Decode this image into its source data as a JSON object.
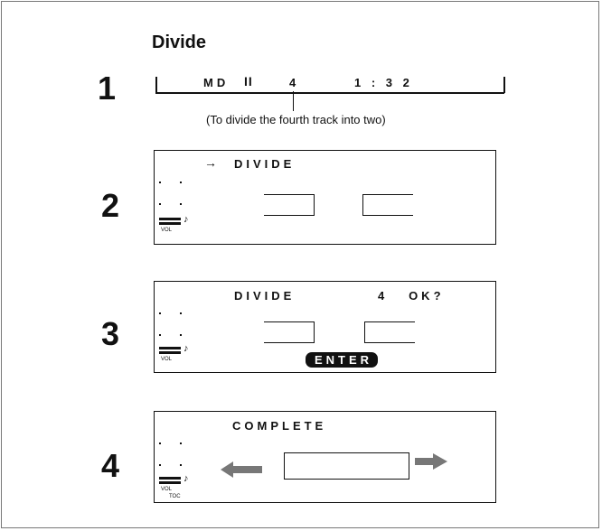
{
  "title": "Divide",
  "step1": {
    "number": "1",
    "mode": "MD",
    "pause": "II",
    "track": "4",
    "time": "1 : 3 2",
    "note": "(To divide the fourth track into two)"
  },
  "step2": {
    "number": "2",
    "text": "DIVIDE",
    "arrow": "→",
    "vol": "VOL",
    "music_note": "♪"
  },
  "step3": {
    "number": "3",
    "text": "DIVIDE",
    "track_ok": "4   OK?",
    "enter": "ENTER",
    "vol": "VOL",
    "music_note": "♪"
  },
  "step4": {
    "number": "4",
    "text": "COMPLETE",
    "vol": "VOL",
    "toc": "TOC",
    "music_note": "♪"
  }
}
